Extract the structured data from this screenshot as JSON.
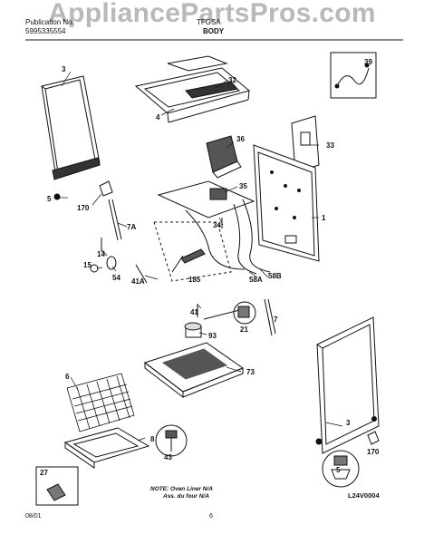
{
  "watermark": "AppliancePartsPros.com",
  "header": {
    "left_line1": "Publication No.",
    "left_line2": "5995335554",
    "right_line1": "TFGSA",
    "section": "BODY"
  },
  "callouts": [
    "3",
    "32",
    "4",
    "39",
    "36",
    "33",
    "35",
    "5",
    "170",
    "34",
    "1",
    "7A",
    "14",
    "15",
    "54",
    "185",
    "58A",
    "58B",
    "41A",
    "41",
    "21",
    "7",
    "93",
    "73",
    "6",
    "3",
    "43",
    "8",
    "170",
    "5",
    "27"
  ],
  "note": {
    "line1": "NOTE: Oven Liner N/A",
    "line2": "Ass. du four N/A"
  },
  "diagram_code": "L24V0004",
  "footer": {
    "date": "08/01",
    "page": "6"
  }
}
